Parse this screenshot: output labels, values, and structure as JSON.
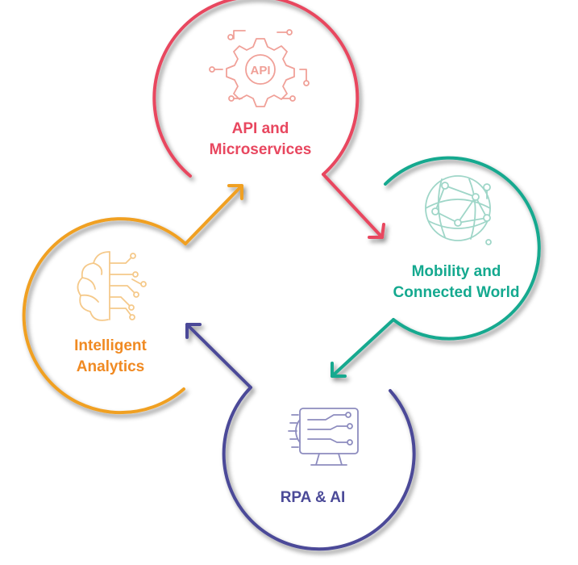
{
  "nodes": [
    {
      "key": "api",
      "lines": [
        "API and",
        "Microservices"
      ],
      "icon": "api-gear-icon",
      "color": "#e8475f"
    },
    {
      "key": "mobility",
      "lines": [
        "Mobility and",
        "Connected World"
      ],
      "icon": "globe-network-icon",
      "color": "#14a98f"
    },
    {
      "key": "rpa",
      "lines": [
        "RPA & AI"
      ],
      "icon": "rpa-monitor-icon",
      "color": "#4b4a98"
    },
    {
      "key": "analytics",
      "lines": [
        "Intelligent",
        "Analytics"
      ],
      "icon": "brain-circuit-icon",
      "color": "#f0a022"
    }
  ],
  "api_icon_text": "API"
}
